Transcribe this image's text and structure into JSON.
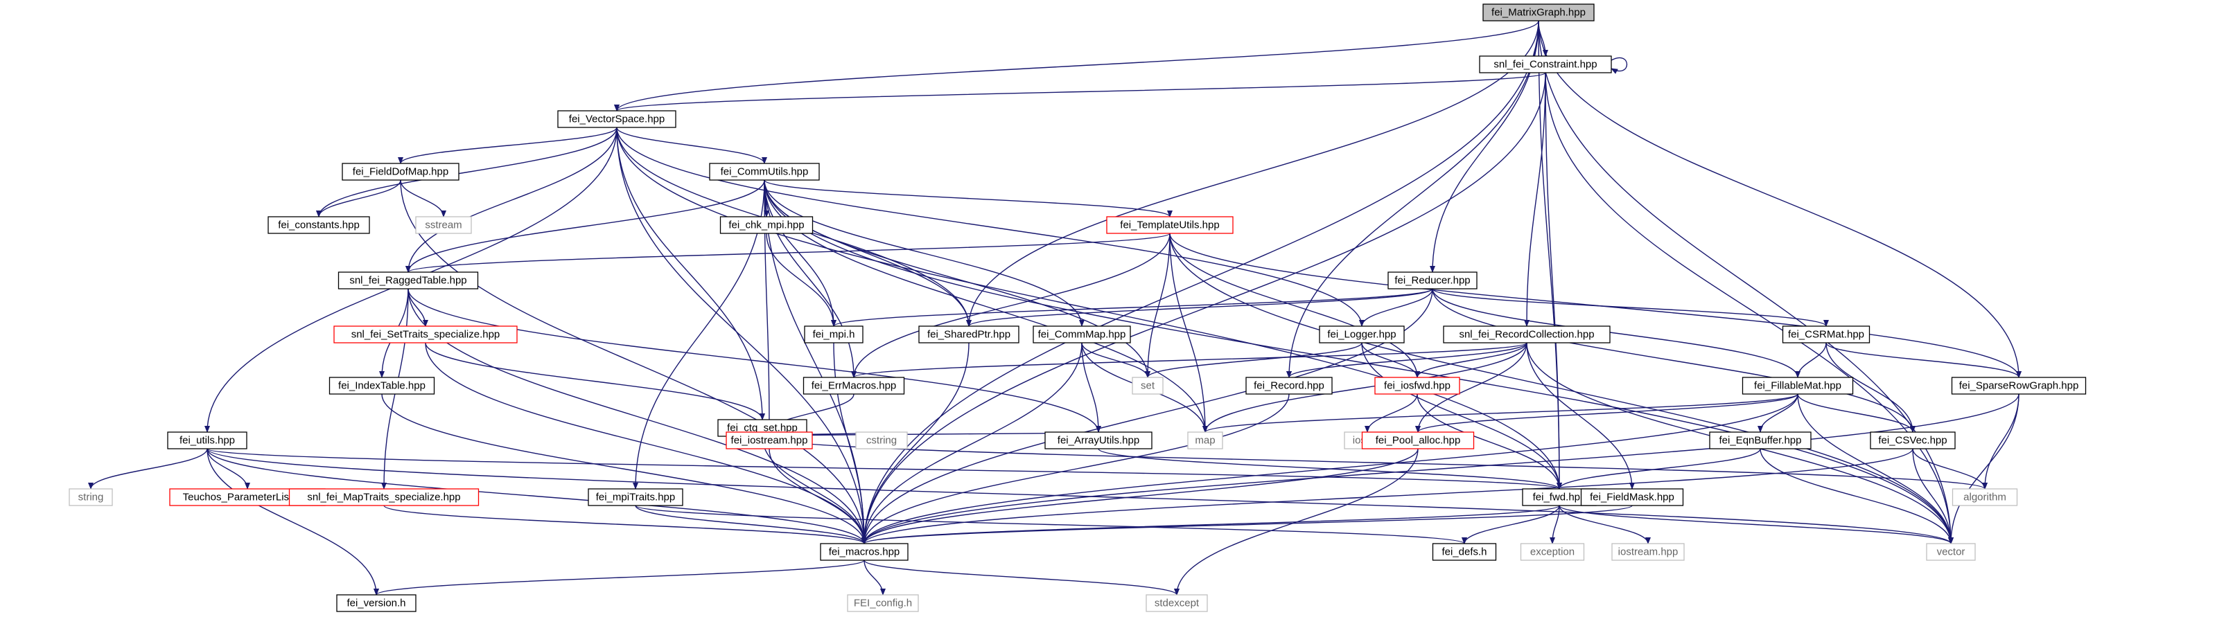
{
  "colors": {
    "edge": "#191970",
    "border": "#000000",
    "border_red": "#ff0000",
    "border_gray": "#bfbfbf",
    "text": "#000000",
    "text_gray": "#666666",
    "root_fill": "#bfbfbf"
  },
  "nodes": [
    {
      "id": "root",
      "label": "fei_MatrixGraph.hpp",
      "style": "root"
    },
    {
      "id": "constraint",
      "label": "snl_fei_Constraint.hpp",
      "style": "normal"
    },
    {
      "id": "vectorspace",
      "label": "fei_VectorSpace.hpp",
      "style": "normal"
    },
    {
      "id": "fielddofmap",
      "label": "fei_FieldDofMap.hpp",
      "style": "normal"
    },
    {
      "id": "commutils",
      "label": "fei_CommUtils.hpp",
      "style": "normal"
    },
    {
      "id": "constants",
      "label": "fei_constants.hpp",
      "style": "normal"
    },
    {
      "id": "sstream",
      "label": "sstream",
      "style": "gray"
    },
    {
      "id": "chkmpi",
      "label": "fei_chk_mpi.hpp",
      "style": "normal"
    },
    {
      "id": "templateutils",
      "label": "fei_TemplateUtils.hpp",
      "style": "red"
    },
    {
      "id": "raggedtable",
      "label": "snl_fei_RaggedTable.hpp",
      "style": "normal"
    },
    {
      "id": "settraits",
      "label": "snl_fei_SetTraits_specialize.hpp",
      "style": "red"
    },
    {
      "id": "indextable",
      "label": "fei_IndexTable.hpp",
      "style": "normal"
    },
    {
      "id": "reducer",
      "label": "fei_Reducer.hpp",
      "style": "normal"
    },
    {
      "id": "mpih",
      "label": "fei_mpi.h",
      "style": "normal"
    },
    {
      "id": "sharedptr",
      "label": "fei_SharedPtr.hpp",
      "style": "normal"
    },
    {
      "id": "commmap",
      "label": "fei_CommMap.hpp",
      "style": "normal"
    },
    {
      "id": "logger",
      "label": "fei_Logger.hpp",
      "style": "normal"
    },
    {
      "id": "recordcollection",
      "label": "snl_fei_RecordCollection.hpp",
      "style": "normal"
    },
    {
      "id": "csrmat",
      "label": "fei_CSRMat.hpp",
      "style": "normal"
    },
    {
      "id": "set",
      "label": "set",
      "style": "gray"
    },
    {
      "id": "errmacros",
      "label": "fei_ErrMacros.hpp",
      "style": "normal"
    },
    {
      "id": "record",
      "label": "fei_Record.hpp",
      "style": "normal"
    },
    {
      "id": "iosfwd_hpp",
      "label": "fei_iosfwd.hpp",
      "style": "red"
    },
    {
      "id": "fillablemat",
      "label": "fei_FillableMat.hpp",
      "style": "normal"
    },
    {
      "id": "sparserowgraph",
      "label": "fei_SparseRowGraph.hpp",
      "style": "normal"
    },
    {
      "id": "ctgset",
      "label": "fei_ctg_set.hpp",
      "style": "normal"
    },
    {
      "id": "utils",
      "label": "fei_utils.hpp",
      "style": "normal"
    },
    {
      "id": "iostream_hpp",
      "label": "fei_iostream.hpp",
      "style": "red"
    },
    {
      "id": "cstring",
      "label": "cstring",
      "style": "gray"
    },
    {
      "id": "arrayutils",
      "label": "fei_ArrayUtils.hpp",
      "style": "normal"
    },
    {
      "id": "map",
      "label": "map",
      "style": "gray"
    },
    {
      "id": "iosfwd",
      "label": "iosfwd",
      "style": "gray"
    },
    {
      "id": "poolalloc",
      "label": "fei_Pool_alloc.hpp",
      "style": "red"
    },
    {
      "id": "eqnbuffer",
      "label": "fei_EqnBuffer.hpp",
      "style": "normal"
    },
    {
      "id": "csvec",
      "label": "fei_CSVec.hpp",
      "style": "normal"
    },
    {
      "id": "string",
      "label": "string",
      "style": "gray"
    },
    {
      "id": "teuchos",
      "label": "Teuchos_ParameterList.hpp",
      "style": "red"
    },
    {
      "id": "maptraits",
      "label": "snl_fei_MapTraits_specialize.hpp",
      "style": "red"
    },
    {
      "id": "mpitraits",
      "label": "fei_mpiTraits.hpp",
      "style": "normal"
    },
    {
      "id": "fwd",
      "label": "fei_fwd.hpp",
      "style": "normal"
    },
    {
      "id": "fieldmask",
      "label": "fei_FieldMask.hpp",
      "style": "normal"
    },
    {
      "id": "algorithm",
      "label": "algorithm",
      "style": "gray"
    },
    {
      "id": "macros",
      "label": "fei_macros.hpp",
      "style": "normal"
    },
    {
      "id": "defs",
      "label": "fei_defs.h",
      "style": "normal"
    },
    {
      "id": "exception",
      "label": "exception",
      "style": "gray"
    },
    {
      "id": "iostream",
      "label": "iostream.hpp",
      "style": "gray"
    },
    {
      "id": "vector",
      "label": "vector",
      "style": "gray"
    },
    {
      "id": "version",
      "label": "fei_version.h",
      "style": "normal"
    },
    {
      "id": "feiconfig",
      "label": "FEI_config.h",
      "style": "gray"
    },
    {
      "id": "stdexcept",
      "label": "stdexcept",
      "style": "gray"
    }
  ],
  "edges": [
    [
      "root",
      "constraint"
    ],
    [
      "root",
      "vectorspace"
    ],
    [
      "root",
      "sharedptr"
    ],
    [
      "root",
      "reducer"
    ],
    [
      "root",
      "record"
    ],
    [
      "root",
      "macros"
    ],
    [
      "root",
      "fwd"
    ],
    [
      "root",
      "sparserowgraph"
    ],
    [
      "root",
      "vector"
    ],
    [
      "constraint",
      "constraint"
    ],
    [
      "constraint",
      "vectorspace"
    ],
    [
      "constraint",
      "recordcollection"
    ],
    [
      "constraint",
      "macros"
    ],
    [
      "constraint",
      "fwd"
    ],
    [
      "constraint",
      "vector"
    ],
    [
      "vectorspace",
      "fielddofmap"
    ],
    [
      "vectorspace",
      "commutils"
    ],
    [
      "vectorspace",
      "constants"
    ],
    [
      "vectorspace",
      "raggedtable"
    ],
    [
      "vectorspace",
      "sharedptr"
    ],
    [
      "vectorspace",
      "logger"
    ],
    [
      "vectorspace",
      "ctgset"
    ],
    [
      "vectorspace",
      "utils"
    ],
    [
      "vectorspace",
      "macros"
    ],
    [
      "vectorspace",
      "fwd"
    ],
    [
      "fielddofmap",
      "constants"
    ],
    [
      "fielddofmap",
      "sstream"
    ],
    [
      "fielddofmap",
      "macros"
    ],
    [
      "commutils",
      "chkmpi"
    ],
    [
      "commutils",
      "templateutils"
    ],
    [
      "commutils",
      "raggedtable"
    ],
    [
      "commutils",
      "mpih"
    ],
    [
      "commutils",
      "sharedptr"
    ],
    [
      "commutils",
      "commmap"
    ],
    [
      "commutils",
      "errmacros"
    ],
    [
      "commutils",
      "set"
    ],
    [
      "commutils",
      "map"
    ],
    [
      "commutils",
      "iostream_hpp"
    ],
    [
      "commutils",
      "mpitraits"
    ],
    [
      "commutils",
      "macros"
    ],
    [
      "commutils",
      "vector"
    ],
    [
      "chkmpi",
      "mpih"
    ],
    [
      "templateutils",
      "raggedtable"
    ],
    [
      "templateutils",
      "errmacros"
    ],
    [
      "templateutils",
      "set"
    ],
    [
      "templateutils",
      "map"
    ],
    [
      "templateutils",
      "iosfwd_hpp"
    ],
    [
      "templateutils",
      "sparserowgraph"
    ],
    [
      "templateutils",
      "vector"
    ],
    [
      "raggedtable",
      "settraits"
    ],
    [
      "raggedtable",
      "indextable"
    ],
    [
      "raggedtable",
      "maptraits"
    ],
    [
      "raggedtable",
      "arrayutils"
    ],
    [
      "raggedtable",
      "macros"
    ],
    [
      "settraits",
      "ctgset"
    ],
    [
      "settraits",
      "macros"
    ],
    [
      "indextable",
      "macros"
    ],
    [
      "reducer",
      "mpih"
    ],
    [
      "reducer",
      "sharedptr"
    ],
    [
      "reducer",
      "logger"
    ],
    [
      "reducer",
      "csrmat"
    ],
    [
      "reducer",
      "fillablemat"
    ],
    [
      "reducer",
      "csvec"
    ],
    [
      "reducer",
      "macros"
    ],
    [
      "mpih",
      "macros"
    ],
    [
      "sharedptr",
      "macros"
    ],
    [
      "commmap",
      "set"
    ],
    [
      "commmap",
      "map"
    ],
    [
      "commmap",
      "arrayutils"
    ],
    [
      "commmap",
      "macros"
    ],
    [
      "logger",
      "iosfwd_hpp"
    ],
    [
      "logger",
      "set"
    ],
    [
      "logger",
      "fwd"
    ],
    [
      "recordcollection",
      "record"
    ],
    [
      "recordcollection",
      "iosfwd_hpp"
    ],
    [
      "recordcollection",
      "map"
    ],
    [
      "recordcollection",
      "errmacros"
    ],
    [
      "recordcollection",
      "poolalloc"
    ],
    [
      "recordcollection",
      "fieldmask"
    ],
    [
      "recordcollection",
      "vector"
    ],
    [
      "csrmat",
      "fillablemat"
    ],
    [
      "csrmat",
      "csvec"
    ],
    [
      "csrmat",
      "sparserowgraph"
    ],
    [
      "errmacros",
      "iostream_hpp"
    ],
    [
      "record",
      "macros"
    ],
    [
      "iosfwd_hpp",
      "iosfwd"
    ],
    [
      "iosfwd_hpp",
      "fwd"
    ],
    [
      "fillablemat",
      "map"
    ],
    [
      "fillablemat",
      "poolalloc"
    ],
    [
      "fillablemat",
      "eqnbuffer"
    ],
    [
      "fillablemat",
      "csvec"
    ],
    [
      "fillablemat",
      "macros"
    ],
    [
      "fillablemat",
      "vector"
    ],
    [
      "sparserowgraph",
      "algorithm"
    ],
    [
      "sparserowgraph",
      "macros"
    ],
    [
      "sparserowgraph",
      "vector"
    ],
    [
      "ctgset",
      "iostream_hpp"
    ],
    [
      "ctgset",
      "cstring"
    ],
    [
      "ctgset",
      "arrayutils"
    ],
    [
      "ctgset",
      "macros"
    ],
    [
      "ctgset",
      "algorithm"
    ],
    [
      "utils",
      "string"
    ],
    [
      "utils",
      "teuchos"
    ],
    [
      "utils",
      "macros"
    ],
    [
      "utils",
      "fwd"
    ],
    [
      "utils",
      "version"
    ],
    [
      "utils",
      "vector"
    ],
    [
      "iostream_hpp",
      "macros"
    ],
    [
      "arrayutils",
      "fwd"
    ],
    [
      "poolalloc",
      "macros"
    ],
    [
      "poolalloc",
      "stdexcept"
    ],
    [
      "eqnbuffer",
      "fwd"
    ],
    [
      "eqnbuffer",
      "vector"
    ],
    [
      "csvec",
      "algorithm"
    ],
    [
      "csvec",
      "vector"
    ],
    [
      "csvec",
      "macros"
    ],
    [
      "maptraits",
      "macros"
    ],
    [
      "mpitraits",
      "macros"
    ],
    [
      "mpitraits",
      "defs"
    ],
    [
      "fwd",
      "macros"
    ],
    [
      "fwd",
      "defs"
    ],
    [
      "fwd",
      "exception"
    ],
    [
      "fwd",
      "iostream"
    ],
    [
      "fwd",
      "vector"
    ],
    [
      "fieldmask",
      "macros"
    ],
    [
      "macros",
      "feiconfig"
    ],
    [
      "macros",
      "stdexcept"
    ],
    [
      "macros",
      "version"
    ]
  ]
}
